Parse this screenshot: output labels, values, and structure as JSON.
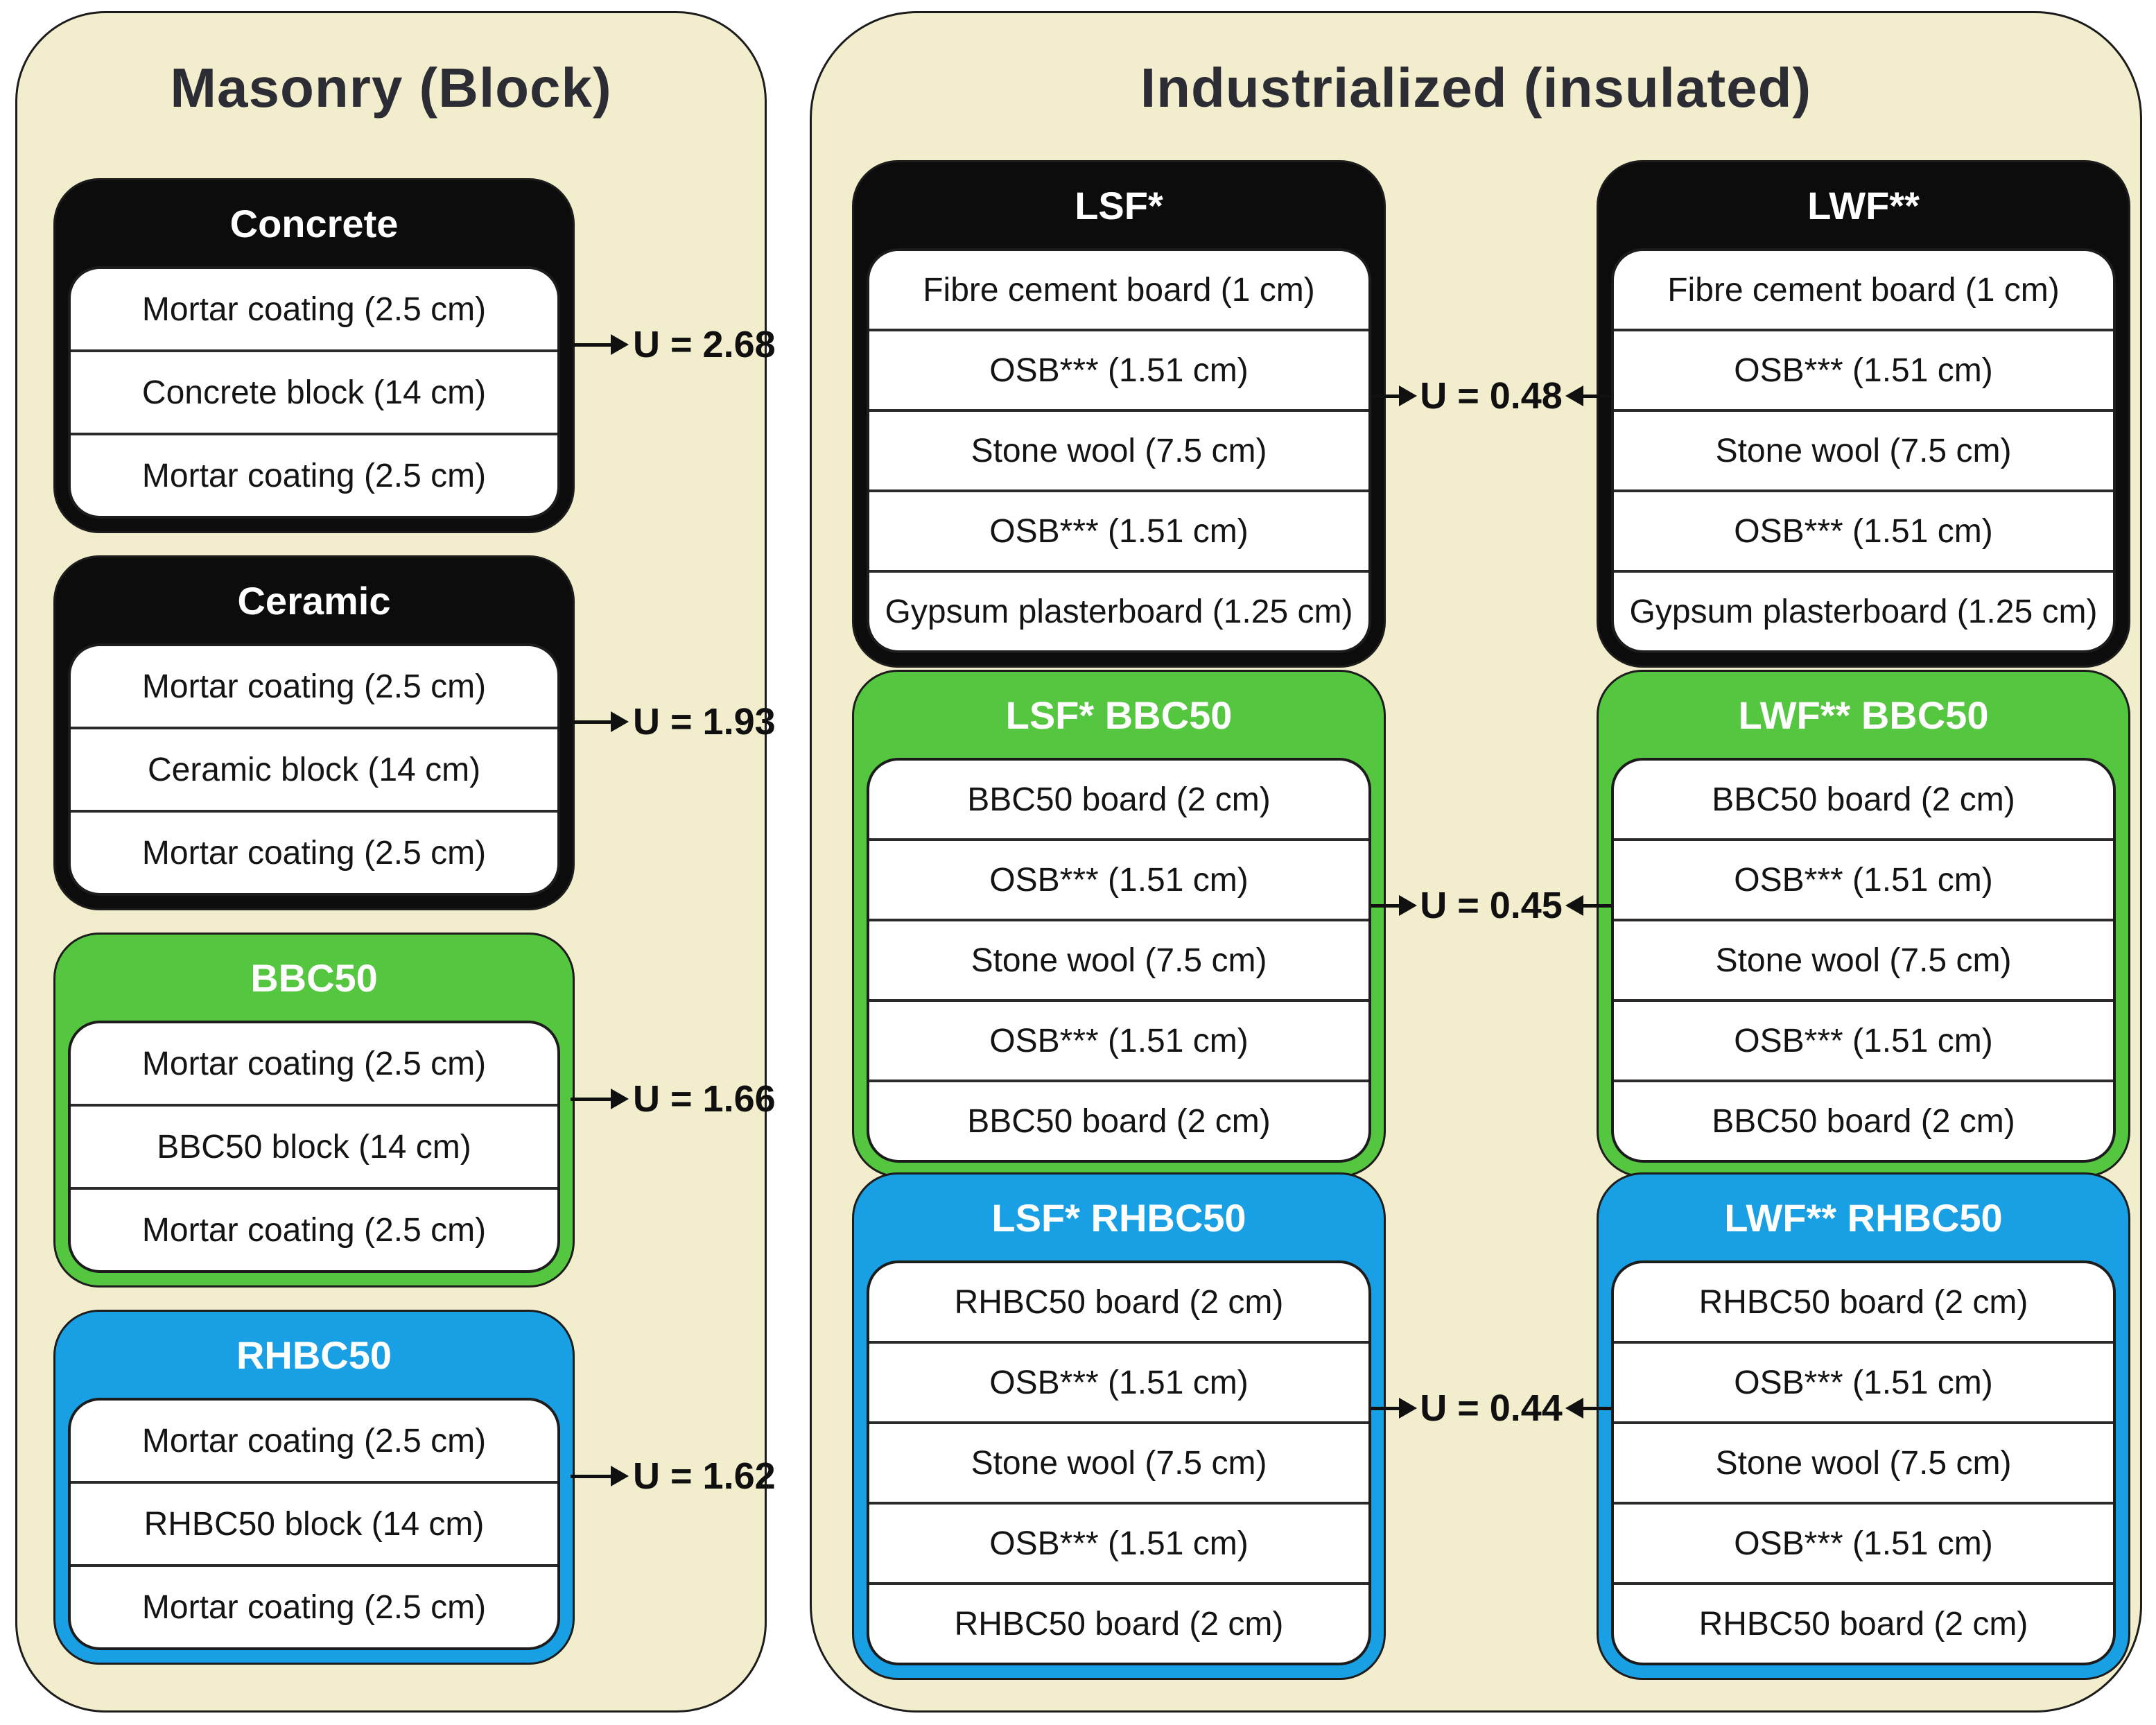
{
  "colors": {
    "panel_bg": "#f2eecd",
    "black": "#0c0c0c",
    "green": "#55c63f",
    "blue": "#199fe3",
    "text": "#141414"
  },
  "panels": {
    "masonry": {
      "title": "Masonry (Block)",
      "cards": [
        {
          "header": "Concrete",
          "tone": "black",
          "layers": [
            "Mortar coating (2.5 cm)",
            "Concrete block (14 cm)",
            "Mortar coating (2.5 cm)"
          ],
          "u_label": "U = 2.68"
        },
        {
          "header": "Ceramic",
          "tone": "black",
          "layers": [
            "Mortar coating (2.5 cm)",
            "Ceramic block (14 cm)",
            "Mortar coating (2.5 cm)"
          ],
          "u_label": "U = 1.93"
        },
        {
          "header": "BBC50",
          "tone": "green",
          "layers": [
            "Mortar coating (2.5 cm)",
            "BBC50 block (14 cm)",
            "Mortar coating (2.5 cm)"
          ],
          "u_label": "U = 1.66"
        },
        {
          "header": "RHBC50",
          "tone": "blue",
          "layers": [
            "Mortar coating (2.5 cm)",
            "RHBC50 block (14 cm)",
            "Mortar coating (2.5 cm)"
          ],
          "u_label": "U = 1.62"
        }
      ]
    },
    "industrialized": {
      "title": "Industrialized (insulated)",
      "rows": [
        {
          "u_label": "U = 0.48",
          "cards": [
            {
              "header": "LSF*",
              "tone": "black",
              "layers": [
                "Fibre cement board (1 cm)",
                "OSB*** (1.51 cm)",
                "Stone wool (7.5 cm)",
                "OSB*** (1.51 cm)",
                "Gypsum plasterboard (1.25 cm)"
              ]
            },
            {
              "header": "LWF**",
              "tone": "black",
              "layers": [
                "Fibre cement board (1 cm)",
                "OSB*** (1.51 cm)",
                "Stone wool (7.5 cm)",
                "OSB*** (1.51 cm)",
                "Gypsum plasterboard (1.25 cm)"
              ]
            }
          ]
        },
        {
          "u_label": "U = 0.45",
          "cards": [
            {
              "header": "LSF* BBC50",
              "tone": "green",
              "layers": [
                "BBC50 board (2 cm)",
                "OSB*** (1.51 cm)",
                "Stone wool (7.5 cm)",
                "OSB*** (1.51 cm)",
                "BBC50 board (2 cm)"
              ]
            },
            {
              "header": "LWF** BBC50",
              "tone": "green",
              "layers": [
                "BBC50 board (2 cm)",
                "OSB*** (1.51 cm)",
                "Stone wool (7.5 cm)",
                "OSB*** (1.51 cm)",
                "BBC50 board (2 cm)"
              ]
            }
          ]
        },
        {
          "u_label": "U = 0.44",
          "cards": [
            {
              "header": "LSF* RHBC50",
              "tone": "blue",
              "layers": [
                "RHBC50 board (2 cm)",
                "OSB*** (1.51 cm)",
                "Stone wool (7.5 cm)",
                "OSB*** (1.51 cm)",
                "RHBC50 board (2 cm)"
              ]
            },
            {
              "header": "LWF** RHBC50",
              "tone": "blue",
              "layers": [
                "RHBC50 board (2 cm)",
                "OSB*** (1.51 cm)",
                "Stone wool (7.5 cm)",
                "OSB*** (1.51 cm)",
                "RHBC50 board (2 cm)"
              ]
            }
          ]
        }
      ]
    }
  }
}
